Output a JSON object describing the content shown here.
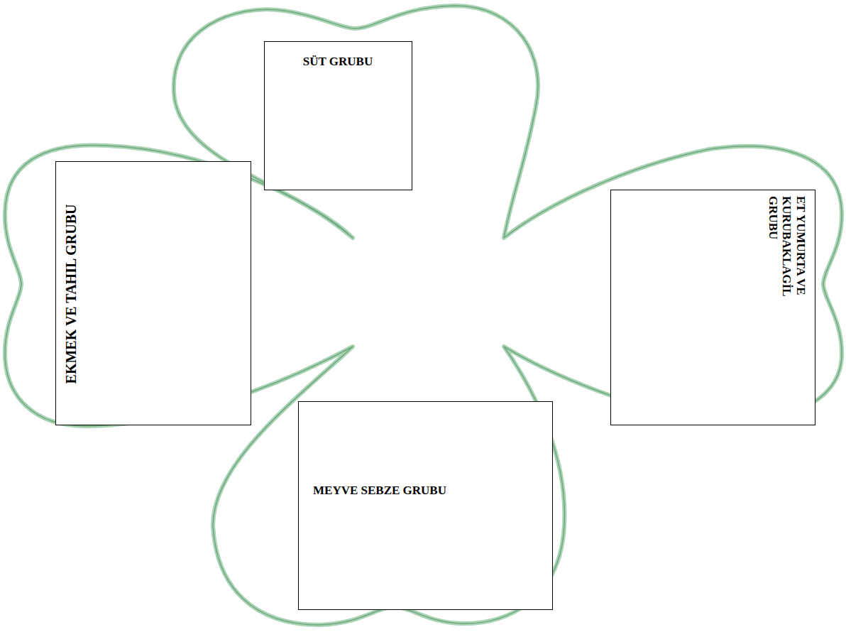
{
  "diagram": {
    "nodes": [
      {
        "text": [
          "SÜT GRUBU"
        ]
      },
      {
        "text": [
          "EKMEK VE TAHIL GRUBU"
        ]
      },
      {
        "text": [
          "ET YUMURTA VE KURUBAKLAGİL GRUBU"
        ]
      },
      {
        "text": [
          "MEYVE SEBZE GRUBU"
        ]
      }
    ]
  }
}
